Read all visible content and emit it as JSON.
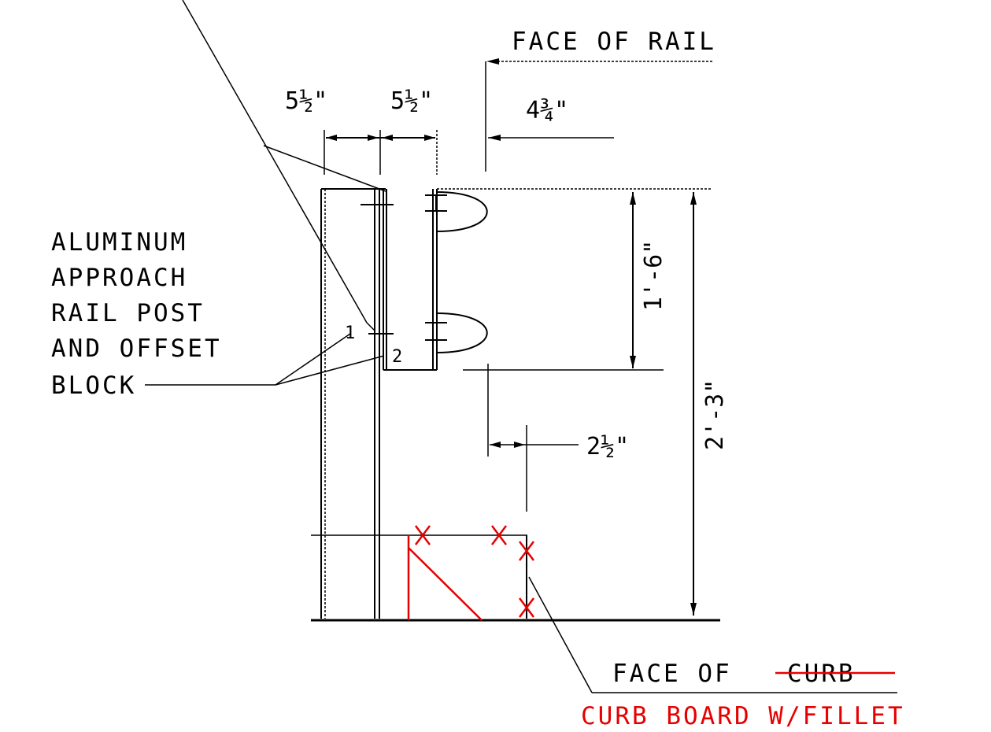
{
  "labels": {
    "face_of_rail": "FACE OF RAIL",
    "post_label_lines": [
      "ALUMINUM",
      "APPROACH",
      "RAIL POST",
      "AND OFFSET",
      "BLOCK"
    ],
    "face_of_curb_prefix": "FACE OF",
    "face_of_curb_struck": "CURB",
    "curb_board_note": "CURB BOARD W/FILLET",
    "callout_1": "1",
    "callout_2": "2"
  },
  "dimensions": {
    "post_width": "5½\"",
    "block_width": "5½\"",
    "rail_offset": "4¾\"",
    "rail_height_to_bottom": "1'-6\"",
    "total_height": "2'-3\"",
    "curb_offset": "2½\""
  },
  "colors": {
    "linework": "#000000",
    "markup": "#e60000"
  }
}
